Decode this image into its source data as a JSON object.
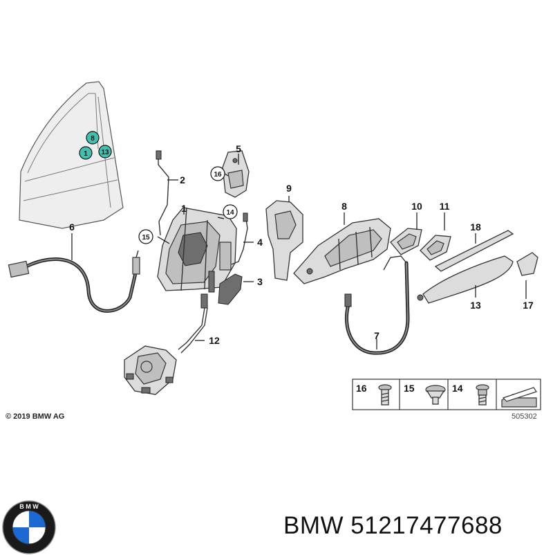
{
  "diagram": {
    "part_labels": {
      "p1": "1",
      "p2": "2",
      "p3": "3",
      "p4": "4",
      "p5": "5",
      "p6": "6",
      "p7": "7",
      "p8": "8",
      "p9": "9",
      "p10": "10",
      "p11": "11",
      "p12": "12",
      "p13": "13",
      "p14": "14",
      "p15": "15",
      "p16": "16",
      "p17": "17",
      "p18": "18"
    },
    "door_markers": {
      "m8": "8",
      "m1": "1",
      "m13": "13"
    },
    "legend": {
      "c16": "16",
      "c15": "15",
      "c14": "14"
    },
    "copyright": "© 2019 BMW AG",
    "diagram_id": "505302"
  },
  "caption": "BMW 51217477688",
  "logo": {
    "brand": "BMW",
    "colors": {
      "blue": "#1c69d4",
      "ring": "#1a1a1a",
      "white": "#ffffff"
    }
  }
}
